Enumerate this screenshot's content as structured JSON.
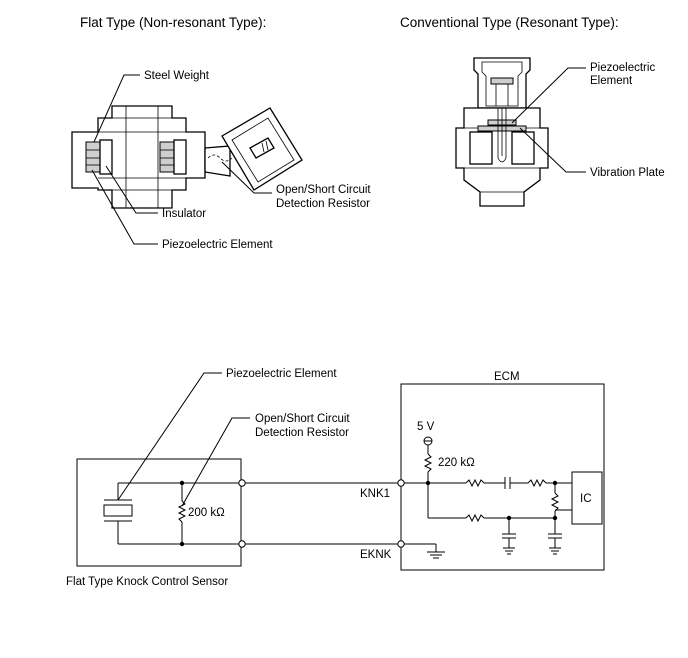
{
  "flat_type": {
    "title": "Flat Type (Non-resonant Type):",
    "labels": {
      "steel_weight": "Steel Weight",
      "insulator": "Insulator",
      "piezo": "Piezoelectric Element",
      "resistor_line1": "Open/Short Circuit",
      "resistor_line2": "Detection Resistor"
    }
  },
  "conventional_type": {
    "title": "Conventional Type (Resonant Type):",
    "labels": {
      "piezo_line1": "Piezoelectric",
      "piezo_line2": "Element",
      "vibration_plate": "Vibration Plate"
    }
  },
  "circuit": {
    "piezo_label": "Piezoelectric Element",
    "resistor_line1": "Open/Short Circuit",
    "resistor_line2": "Detection Resistor",
    "sensor_resistor": "200 kΩ",
    "sensor_name": "Flat Type Knock Control Sensor",
    "ecm": "ECM",
    "supply": "5 V",
    "pullup": "220 kΩ",
    "knk1": "KNK1",
    "eknk": "EKNK",
    "ic": "IC"
  }
}
